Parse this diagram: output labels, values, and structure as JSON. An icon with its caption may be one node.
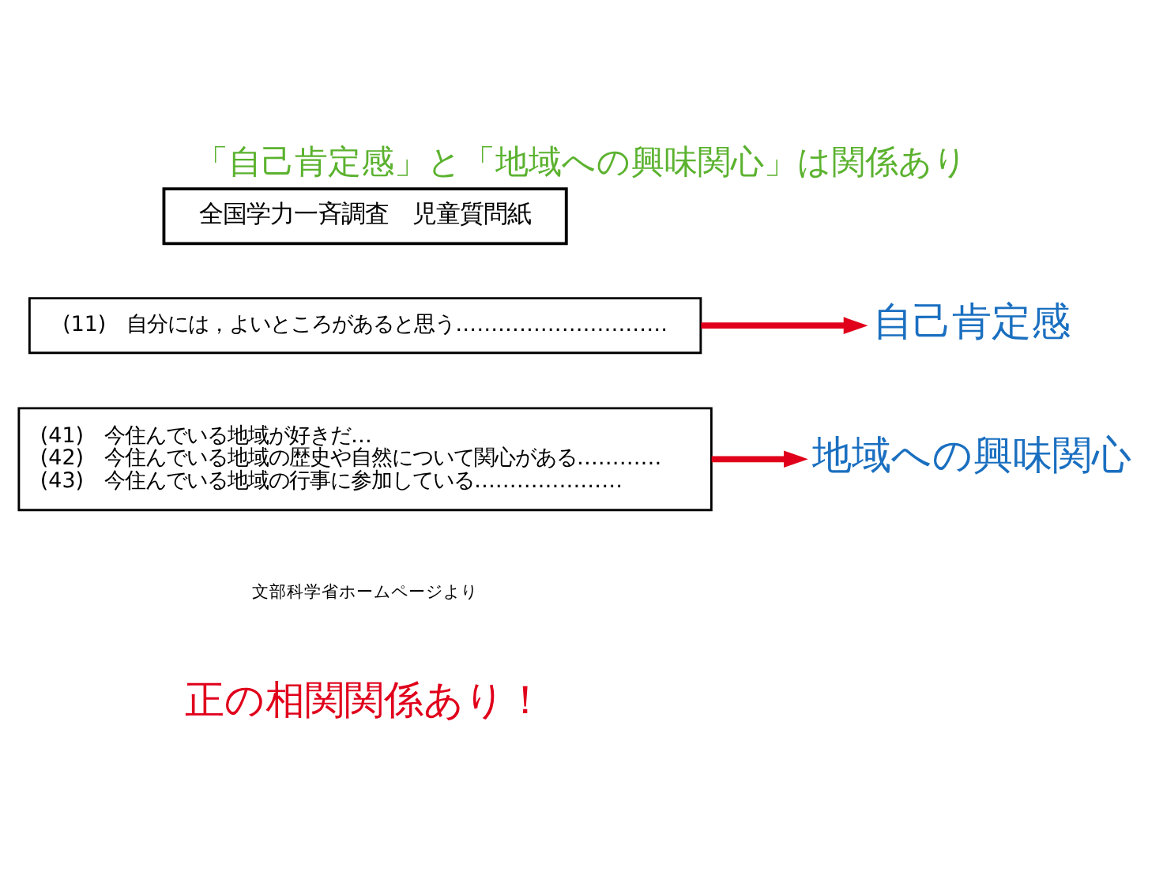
{
  "diagram": {
    "title": "「自己肯定感」と「地域への興味関心」は関係あり",
    "nodes": [
      {
        "text": [
          "全国学力一斉調査　児童質問紙"
        ]
      },
      {
        "text": [
          "(11)　自分には，よいところがあると思う…………………………"
        ]
      },
      {
        "text": [
          "自己肯定感"
        ]
      },
      {
        "text": [
          "(41)　今住んでいる地域が好きだ…",
          "(42)　今住んでいる地域の歴史や自然について関心がある…………",
          "(43)　今住んでいる地域の行事に参加している…………………"
        ]
      },
      {
        "text": [
          "地域への興味関心"
        ]
      }
    ],
    "edges": [
      {
        "from": 1,
        "to": 2,
        "arrow": "to",
        "color": "#e0001b"
      },
      {
        "from": 3,
        "to": 4,
        "arrow": "to",
        "color": "#e0001b"
      }
    ],
    "labels": [
      "文部科学省ホームページより",
      "正の相関関係あり！"
    ]
  }
}
